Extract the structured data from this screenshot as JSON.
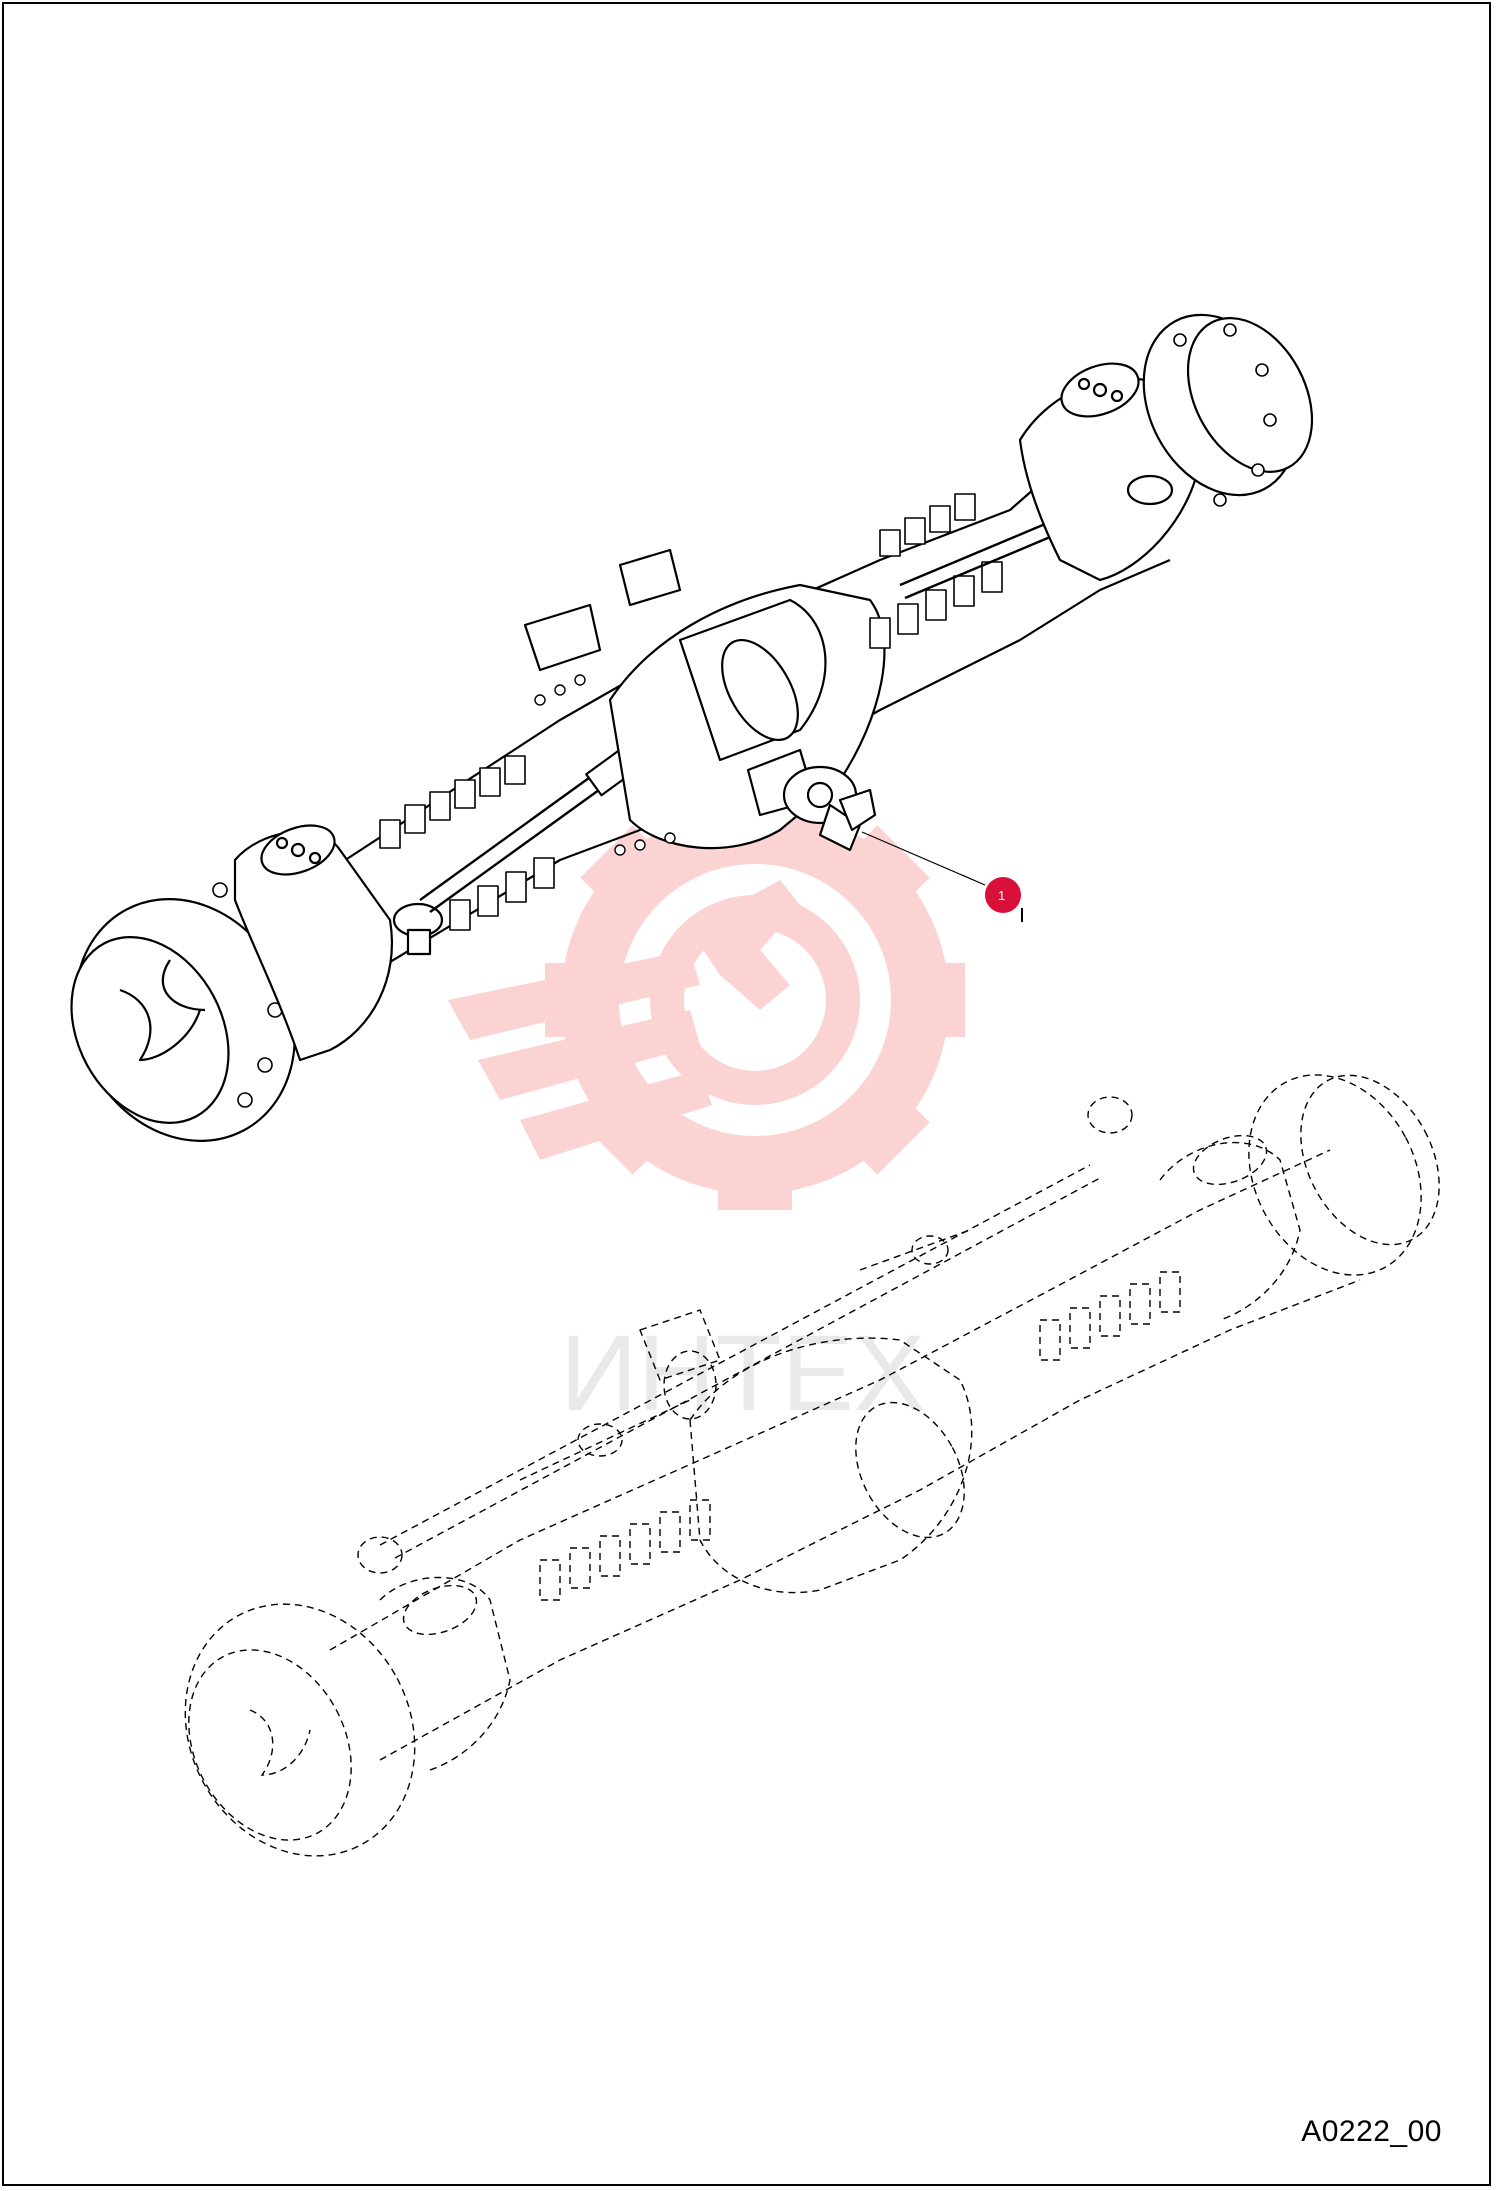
{
  "drawing": {
    "code": "A0222_00"
  },
  "callouts": [
    {
      "label": "1",
      "marker_color": "#d8103a"
    }
  ],
  "watermark": {
    "text": "ИНТЕХ",
    "color": "#f08080",
    "text_color": "#c8c8c8"
  },
  "components": [
    {
      "name": "front-axle-assembly",
      "style": "solid"
    },
    {
      "name": "rear-axle-assembly",
      "style": "dashed"
    }
  ]
}
